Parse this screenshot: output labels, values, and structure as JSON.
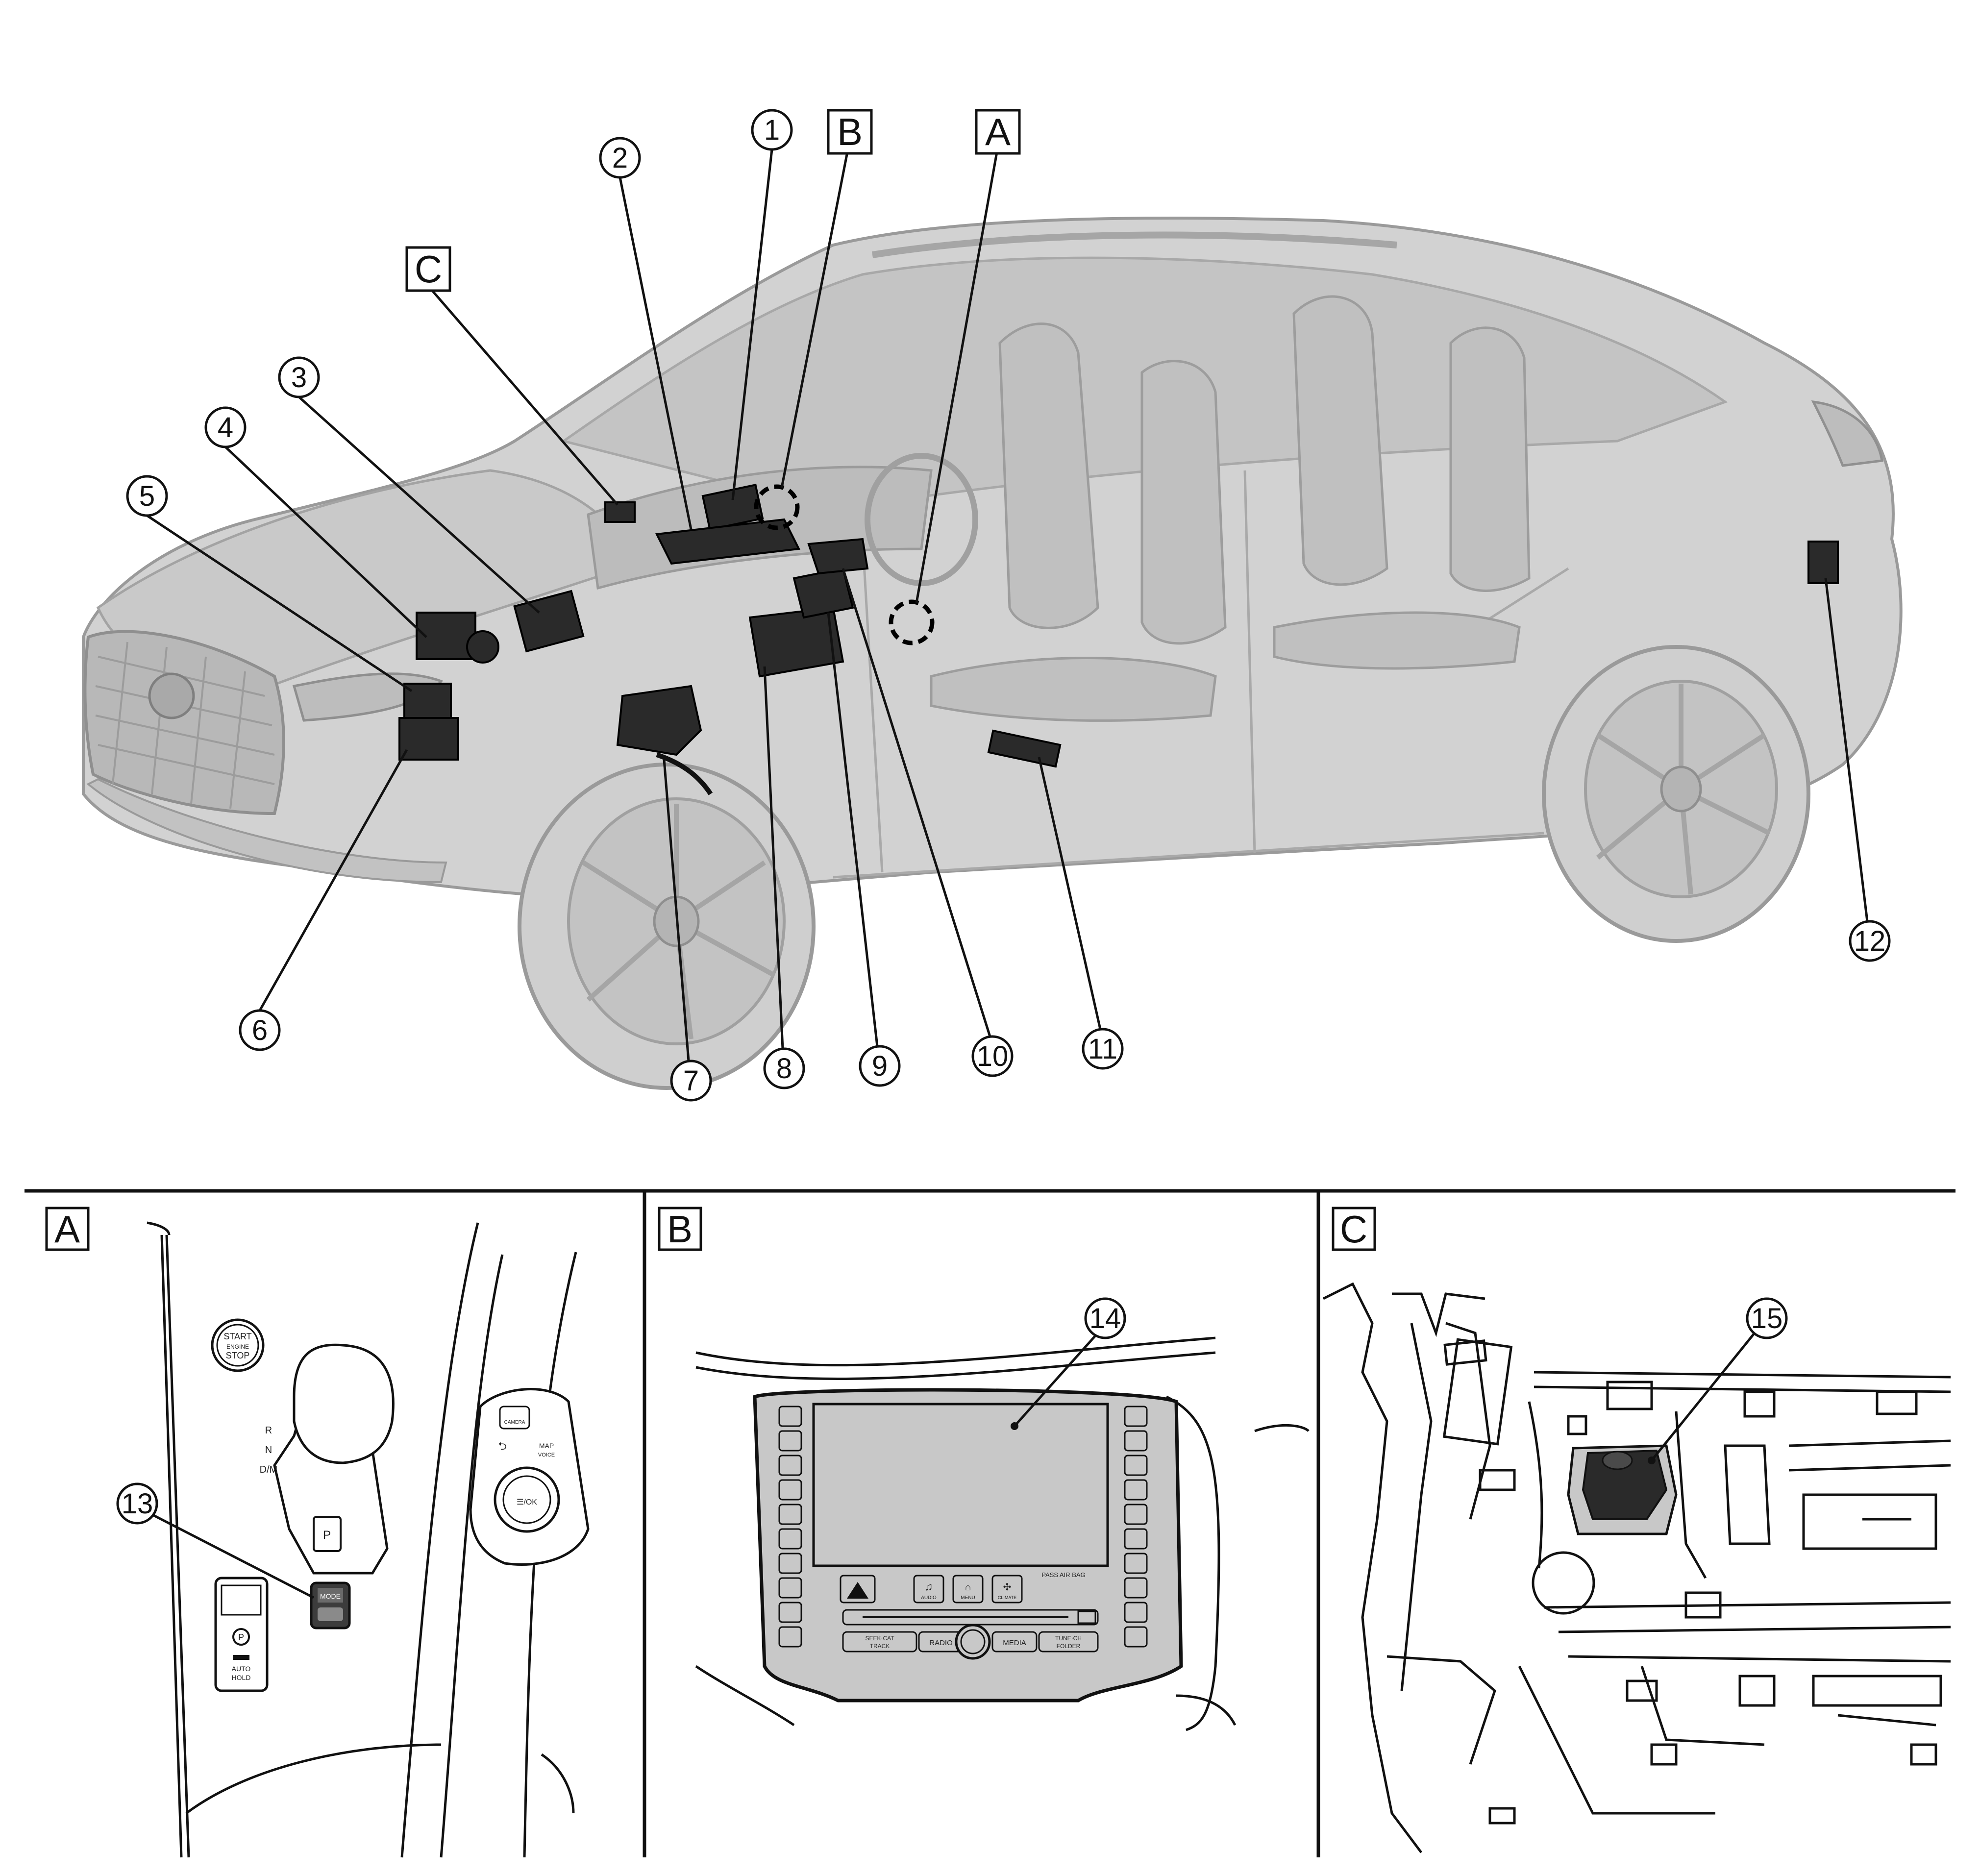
{
  "callouts": {
    "c1": "1",
    "c2": "2",
    "c3": "3",
    "c4": "4",
    "c5": "5",
    "c6": "6",
    "c7": "7",
    "c8": "8",
    "c9": "9",
    "c10": "10",
    "c11": "11",
    "c12": "12",
    "c13": "13",
    "c14": "14",
    "c15": "15"
  },
  "views": {
    "a": "A",
    "b": "B",
    "c": "C"
  },
  "panel_a": {
    "start_line1": "START",
    "start_line2": "ENGINE",
    "start_line3": "STOP",
    "gear_r": "R",
    "gear_n": "N",
    "gear_dm": "D/M",
    "gear_p": "P",
    "mode_label": "MODE",
    "map_line1": "MAP",
    "map_line2": "VOICE",
    "back_symbol": "⮌",
    "camera_label": "CAMERA",
    "ok_label": "☰/OK",
    "auto_line1": "AUTO",
    "auto_line2": "HOLD",
    "park_symbol": "P"
  },
  "panel_b": {
    "airbag_label": "PASS AIR BAG",
    "audio_label": "AUDIO",
    "menu_label": "MENU",
    "climate_label": "CLIMATE",
    "seek_line1": "SEEK·CAT",
    "seek_line2": "TRACK",
    "radio_label": "RADIO",
    "media_label": "MEDIA",
    "tune_line1": "TUNE·CH",
    "tune_line2": "FOLDER"
  },
  "colors": {
    "car_body": "#d2d2d2",
    "car_shadow": "#b9b9b9",
    "component": "#2a2a2a",
    "screen_fill": "#c8c8c8",
    "line": "#111111"
  }
}
